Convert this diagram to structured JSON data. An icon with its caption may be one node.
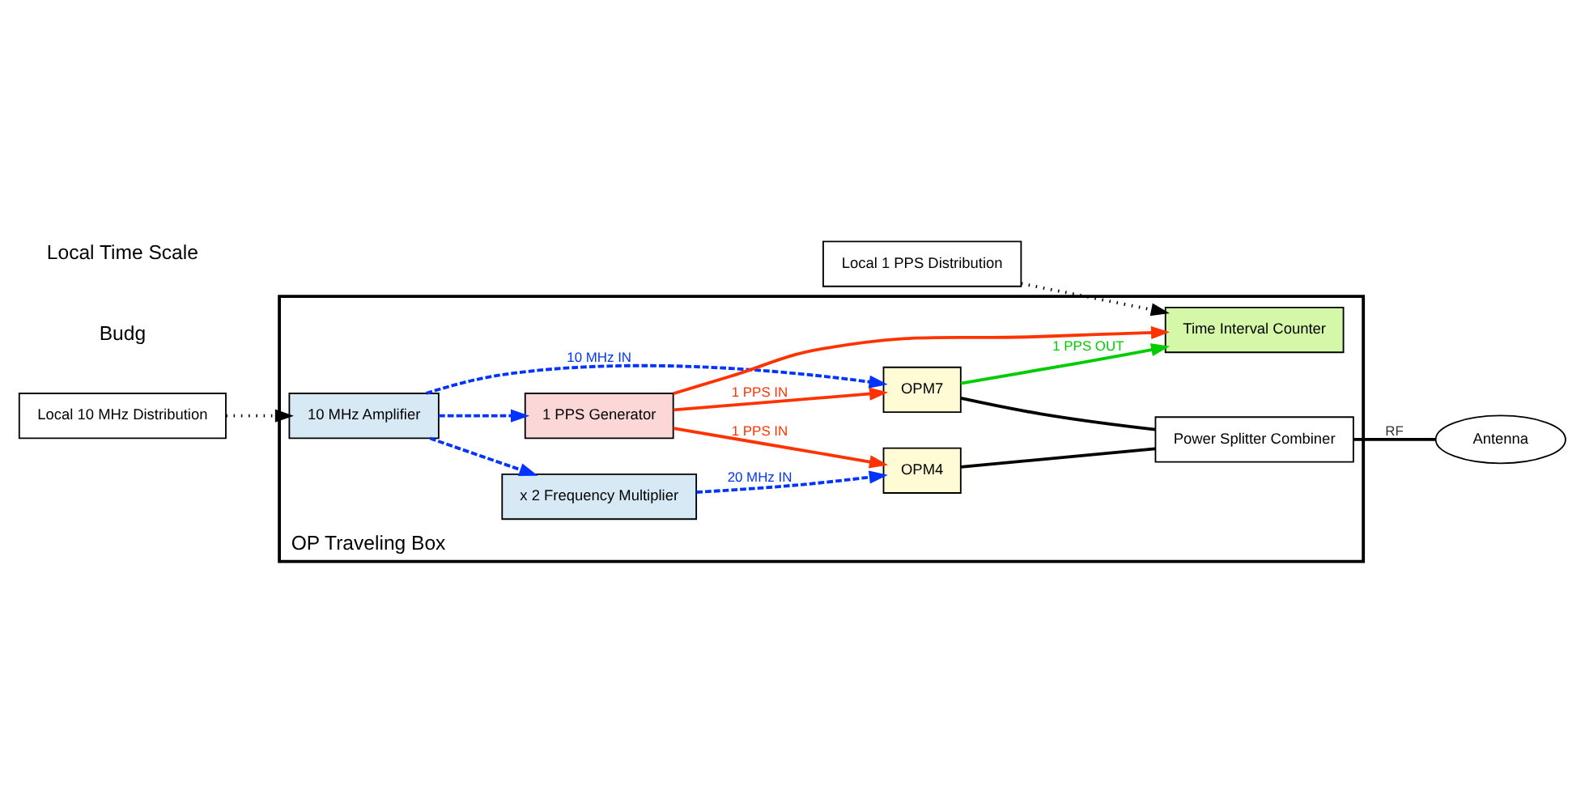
{
  "diagram": {
    "nodes": [
      {
        "text": [
          "OP Traveling Box"
        ]
      },
      {
        "text": [
          "Local 10 MHz Distribution"
        ]
      },
      {
        "text": [
          "Local 1 PPS Distribution"
        ]
      },
      {
        "text": [
          "10 MHz Amplifier"
        ],
        "in": 0
      },
      {
        "text": [
          "x 2 Frequency Multiplier"
        ],
        "in": 0
      },
      {
        "text": [
          "Time Interval Counter"
        ],
        "in": 0
      },
      {
        "text": [
          "1 PPS Generator"
        ],
        "in": 0
      },
      {
        "text": [
          "OPM4"
        ],
        "in": 0
      },
      {
        "text": [
          "Power Splitter Combiner"
        ],
        "in": 0
      },
      {
        "text": [
          "OPM7"
        ],
        "in": 0
      },
      {
        "text": [
          "Antenna"
        ]
      }
    ],
    "edges": [
      {
        "from": 1,
        "to": 3,
        "arrow": "to",
        "style": "dashed"
      },
      {
        "from": 2,
        "to": 5,
        "arrow": "to",
        "style": "dashed"
      },
      {
        "from": 3,
        "to": 4,
        "arrow": "to",
        "style": "dashed",
        "color": "#0033ff"
      },
      {
        "from": 3,
        "to": 6,
        "arrow": "to",
        "style": "dashed",
        "color": "#0033ff"
      },
      {
        "from": 3,
        "to": 9,
        "arrow": "to",
        "label": "10 MHz IN",
        "style": "dashed",
        "color": "#0033ff"
      },
      {
        "from": 4,
        "to": 7,
        "arrow": "to",
        "label": "20 MHz IN",
        "style": "dashed",
        "color": "#0033ff"
      },
      {
        "from": 6,
        "to": 5,
        "arrow": "to",
        "color": "#ff3300"
      },
      {
        "from": 6,
        "to": 7,
        "arrow": "to",
        "label": "1 PPS IN",
        "color": "#ff3300"
      },
      {
        "from": 6,
        "to": 9,
        "arrow": "to",
        "label": "1 PPS IN",
        "color": "#ff3300"
      },
      {
        "from": 9,
        "to": 5,
        "arrow": "to",
        "label": "1 PPS OUT",
        "color": "#00cc00"
      },
      {
        "from": 7,
        "to": 8,
        "arrow": "none"
      },
      {
        "from": 9,
        "to": 8,
        "arrow": "none"
      },
      {
        "from": 8,
        "to": 10,
        "arrow": "none",
        "label": "RF"
      }
    ],
    "labels": [
      "Budg",
      "Local Time Scale"
    ]
  }
}
